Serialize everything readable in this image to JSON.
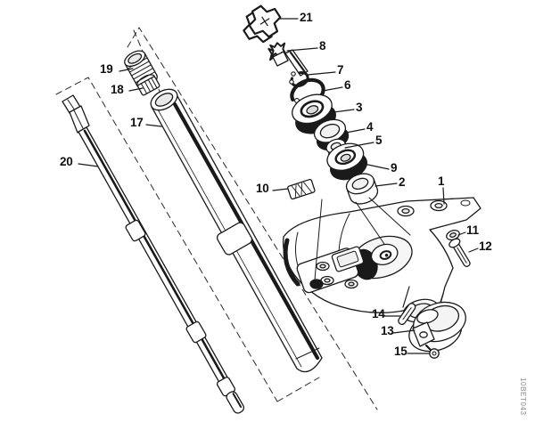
{
  "diagram": {
    "kind": "exploded-parts-diagram",
    "watermark_id": "10BET043",
    "colors": {
      "background": "#ffffff",
      "line": "#1a1a1a",
      "label": "#111111",
      "watermark": "#8a8a8a"
    }
  },
  "callouts": [
    {
      "label": "21"
    },
    {
      "label": "8"
    },
    {
      "label": "7"
    },
    {
      "label": "6"
    },
    {
      "label": "3"
    },
    {
      "label": "4"
    },
    {
      "label": "5"
    },
    {
      "label": "9"
    },
    {
      "label": "2"
    },
    {
      "label": "10"
    },
    {
      "label": "1"
    },
    {
      "label": "11"
    },
    {
      "label": "12"
    },
    {
      "label": "14"
    },
    {
      "label": "13"
    },
    {
      "label": "15"
    },
    {
      "label": "19"
    },
    {
      "label": "18"
    },
    {
      "label": "17"
    },
    {
      "label": "20"
    }
  ]
}
